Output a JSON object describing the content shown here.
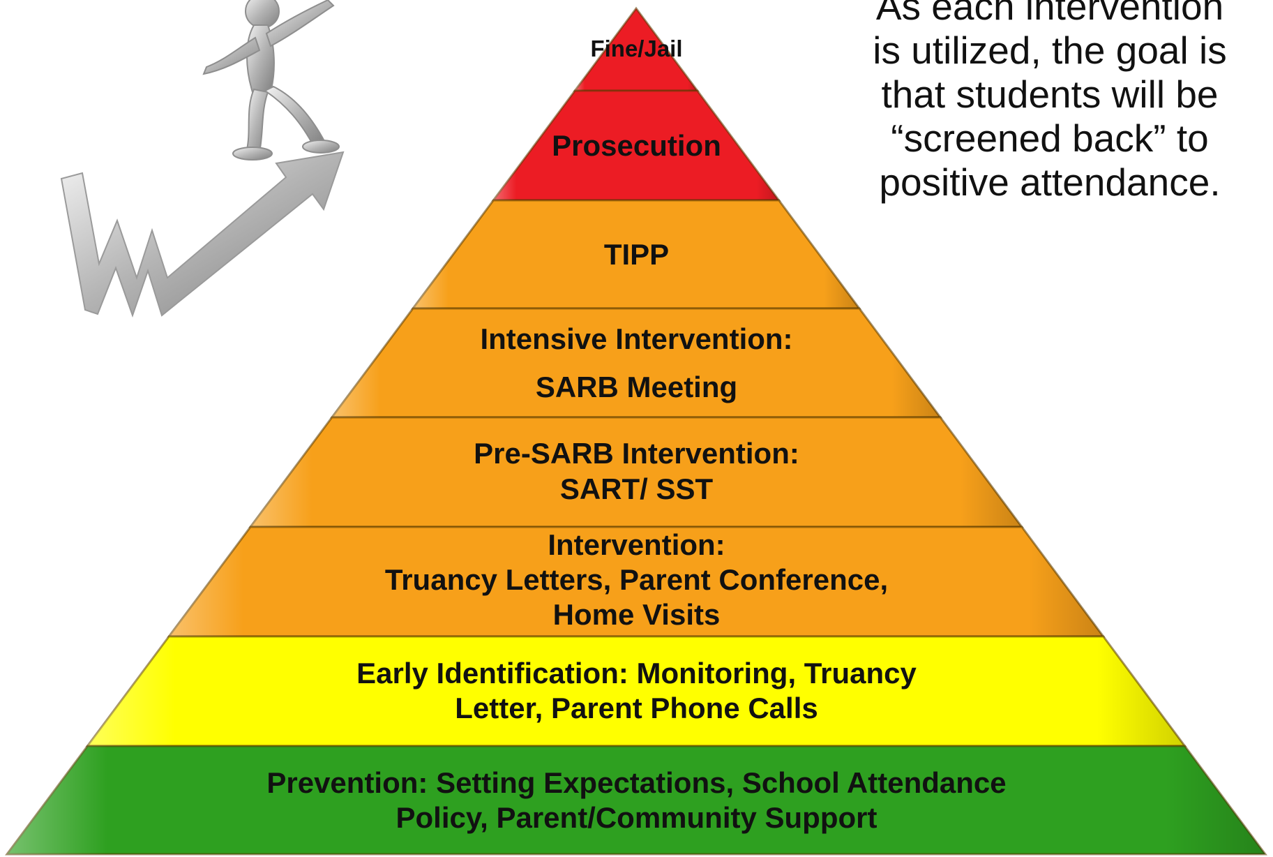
{
  "pyramid": {
    "tiers": [
      {
        "key": "fine-jail",
        "color": "#ec1c24",
        "lines": [
          "Fine/Jail"
        ]
      },
      {
        "key": "prosecution",
        "color": "#ec1c24",
        "lines": [
          "Prosecution"
        ]
      },
      {
        "key": "tipp",
        "color": "#f7a01a",
        "lines": [
          "TIPP"
        ]
      },
      {
        "key": "intensive-intervention",
        "color": "#f7a01a",
        "lines": [
          "Intensive Intervention:",
          "SARB Meeting"
        ]
      },
      {
        "key": "pre-sarb-intervention",
        "color": "#f7a01a",
        "lines": [
          "Pre-SARB Intervention:",
          "SART/ SST"
        ]
      },
      {
        "key": "intervention",
        "color": "#f7a01a",
        "lines": [
          "Intervention:",
          "Truancy Letters, Parent Conference,",
          "Home Visits"
        ]
      },
      {
        "key": "early-identification",
        "color": "#ffff00",
        "lines": [
          "Early Identification: Monitoring, Truancy",
          "Letter, Parent Phone Calls"
        ]
      },
      {
        "key": "prevention",
        "color": "#2ea020",
        "lines": [
          "Prevention: Setting Expectations, School Attendance",
          "Policy, Parent/Community Support"
        ]
      }
    ]
  },
  "side_note": {
    "lines": [
      "As each intervention",
      "is utilized, the goal is",
      "that students will be",
      "“screened back” to",
      "positive attendance."
    ]
  },
  "illustration": {
    "icon": "figure-on-rising-arrow-icon",
    "color": "#b8b8b8"
  }
}
